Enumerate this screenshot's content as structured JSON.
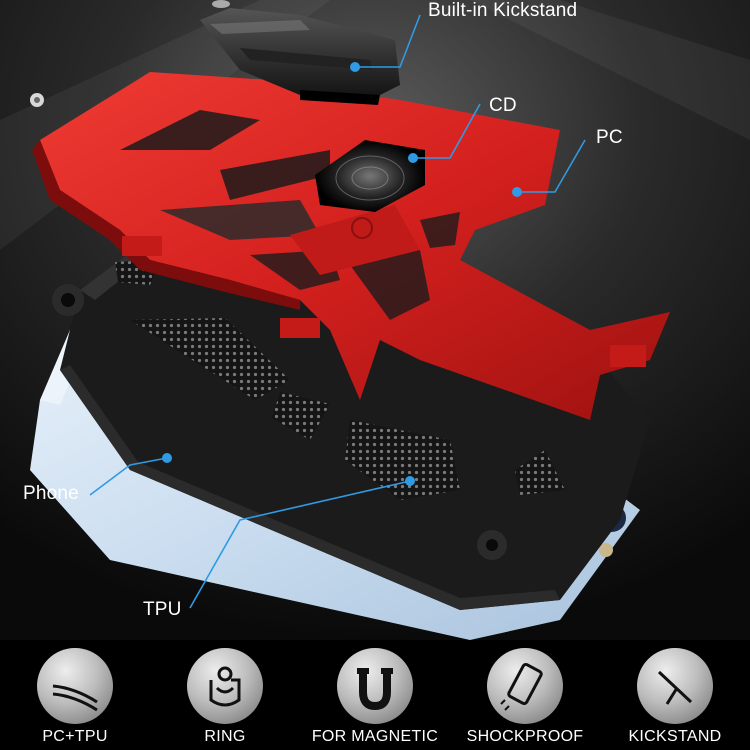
{
  "callouts": {
    "kickstand": "Built-in Kickstand",
    "cd": "CD",
    "pc": "PC",
    "phone": "Phone",
    "tpu": "TPU"
  },
  "features": [
    {
      "icon": "layers-icon",
      "label": "PC+TPU"
    },
    {
      "icon": "ring-holder-icon",
      "label": "RING"
    },
    {
      "icon": "magnet-icon",
      "label": "FOR MAGNETIC"
    },
    {
      "icon": "phone-shock-icon",
      "label": "SHOCKPROOF"
    },
    {
      "icon": "kickstand-icon",
      "label": "KICKSTAND"
    }
  ],
  "colors": {
    "background": "#000000",
    "frame_red": "#d3201e",
    "case_black": "#1b1b1b",
    "phone_blue": "#c9dcef",
    "callout_blue": "#2f9be4",
    "label_white": "#ffffff"
  }
}
